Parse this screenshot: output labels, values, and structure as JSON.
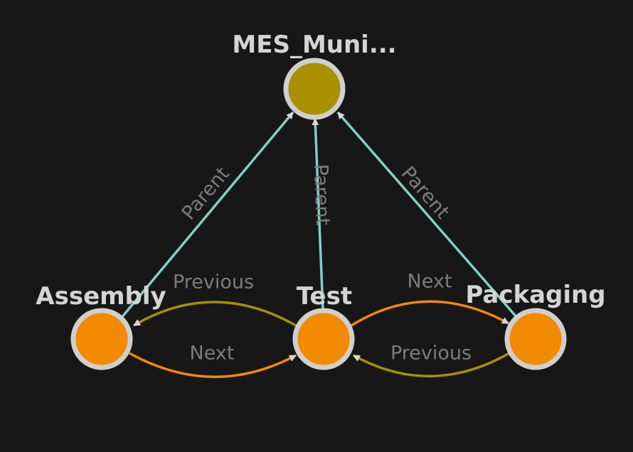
{
  "colors": {
    "background": "#171717",
    "root_node": "#a89000",
    "child_node": "#f28a00",
    "node_border": "#cfcfcf",
    "parent_edge": "#7fcfc8",
    "next_edge": "#f28a00",
    "previous_edge": "#a89000",
    "arrowhead": "#d6d6d6",
    "node_label": "#d4d4d4",
    "edge_label": "#7c7c7c"
  },
  "nodes": [
    {
      "id": "root",
      "label": "MES_Muni...",
      "kind": "root"
    },
    {
      "id": "assembly",
      "label": "Assembly",
      "kind": "child"
    },
    {
      "id": "test",
      "label": "Test",
      "kind": "child"
    },
    {
      "id": "packaging",
      "label": "Packaging",
      "kind": "child"
    }
  ],
  "edges": [
    {
      "id": "assembly-parent",
      "from": "assembly",
      "to": "root",
      "type": "parent",
      "label": "Parent"
    },
    {
      "id": "test-parent",
      "from": "test",
      "to": "root",
      "type": "parent",
      "label": "Parent"
    },
    {
      "id": "packaging-parent",
      "from": "packaging",
      "to": "root",
      "type": "parent",
      "label": "Parent"
    },
    {
      "id": "test-previous",
      "from": "test",
      "to": "assembly",
      "type": "previous",
      "label": "Previous"
    },
    {
      "id": "assembly-next",
      "from": "assembly",
      "to": "test",
      "type": "next",
      "label": "Next"
    },
    {
      "id": "test-next",
      "from": "test",
      "to": "packaging",
      "type": "next",
      "label": "Next"
    },
    {
      "id": "packaging-previous",
      "from": "packaging",
      "to": "test",
      "type": "previous",
      "label": "Previous"
    }
  ]
}
